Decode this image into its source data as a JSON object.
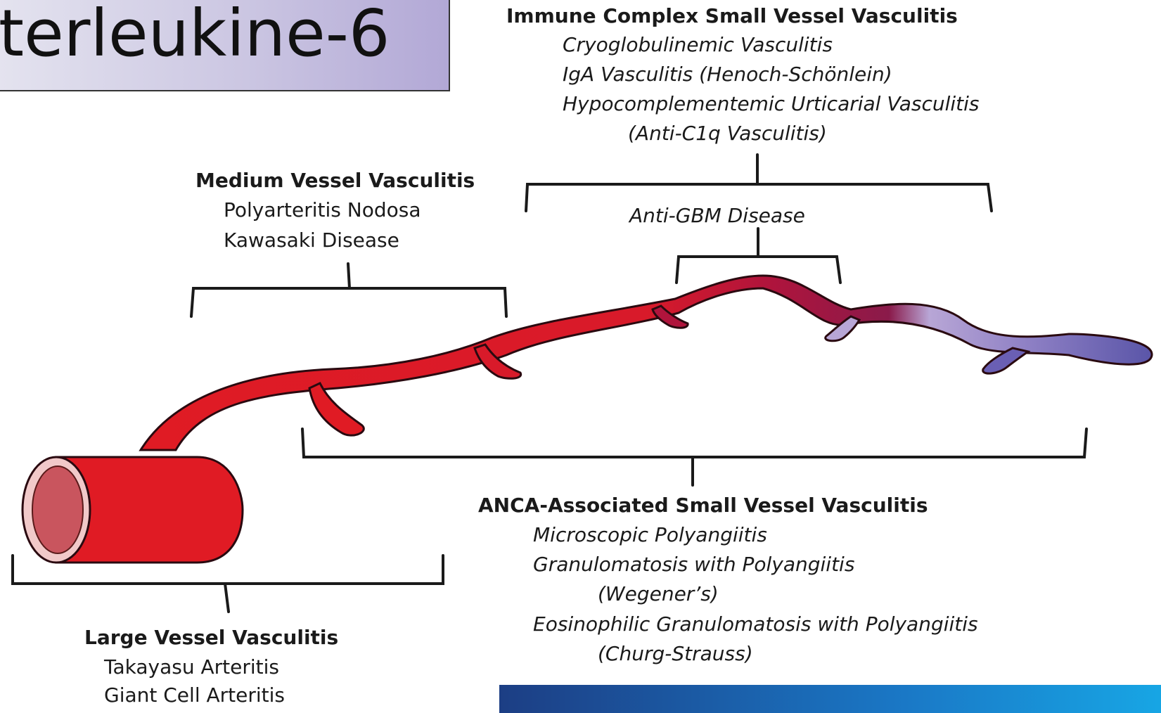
{
  "title": "terleukine-6",
  "groups": {
    "immune": {
      "title": "Immune Complex  Small Vessel Vasculitis",
      "items": [
        "Cryoglobulinemic Vasculitis",
        "IgA Vasculitis (Henoch-Schönlein)",
        "Hypocomplementemic Urticarial Vasculitis",
        "(Anti-C1q Vasculitis)"
      ]
    },
    "medium": {
      "title": "Medium Vessel Vasculitis",
      "items": [
        "Polyarteritis Nodosa",
        "Kawasaki Disease"
      ]
    },
    "antigbm": {
      "label": "Anti-GBM Disease"
    },
    "anca": {
      "title": "ANCA-Associated Small Vessel Vasculitis",
      "items": [
        "Microscopic Polyangiitis",
        "Granulomatosis with Polyangiitis",
        "(Wegener’s)",
        "Eosinophilic Granulomatosis with Polyangiitis",
        "(Churg-Strauss)"
      ]
    },
    "large": {
      "title": "Large Vessel Vasculitis",
      "items": [
        "Takayasu Arteritis",
        "Giant Cell Arteritis"
      ]
    }
  },
  "colors": {
    "artery": "#e01b24",
    "arteriole": "#b0143c",
    "venule": "#a894cc",
    "vein": "#5a55a8",
    "footer": "#1a78c6"
  }
}
